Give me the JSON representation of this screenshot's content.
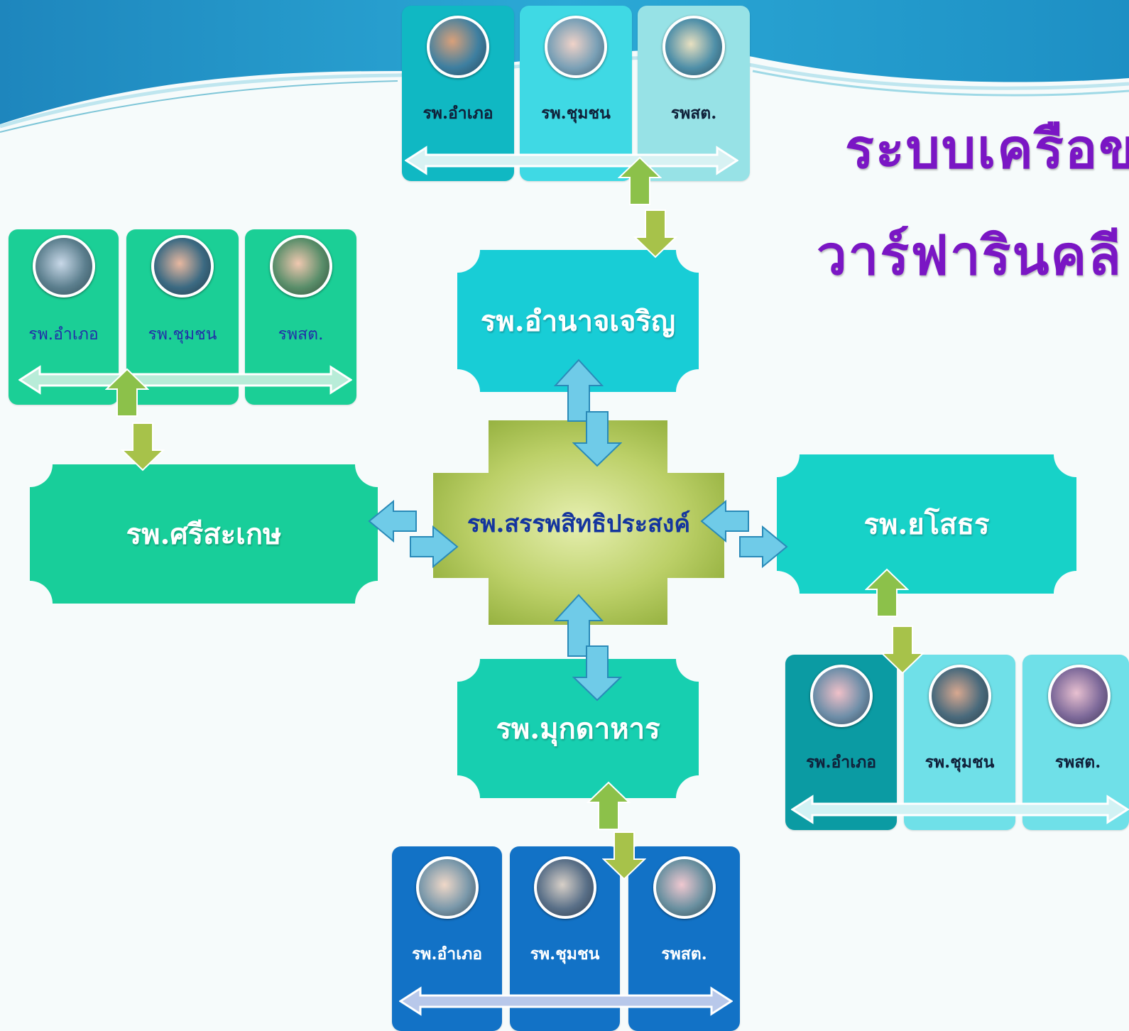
{
  "title": {
    "line1": "ระบบเครือข",
    "line2": "วาร์ฟารินคลี"
  },
  "center": {
    "label": "รพ.สรรพสิทธิประสงค์"
  },
  "hospitals": {
    "top": "รพ.อำนาจเจริญ",
    "left": "รพ.ศรีสะเกษ",
    "right": "รพ.ยโสธร",
    "bottom": "รพ.มุกดาหาร"
  },
  "panels": {
    "top": {
      "labels": [
        "รพ.อำเภอ",
        "รพ.ชุมชน",
        "รพสต."
      ]
    },
    "left": {
      "labels": [
        "รพ.อำเภอ",
        "รพ.ชุมชน",
        "รพสต."
      ]
    },
    "right": {
      "labels": [
        "รพ.อำเภอ",
        "รพ.ชุมชน",
        "รพสต."
      ]
    },
    "bottom": {
      "labels": [
        "รพ.อำเภอ",
        "รพ.ชุมชน",
        "รพสต."
      ]
    }
  },
  "colors": {
    "title": "#7a16c4",
    "center_text": "#14359e",
    "hub_fill": "#b4c85c",
    "green_arrow": "#92c14a",
    "blue_arrow": "#5ec9ec"
  }
}
